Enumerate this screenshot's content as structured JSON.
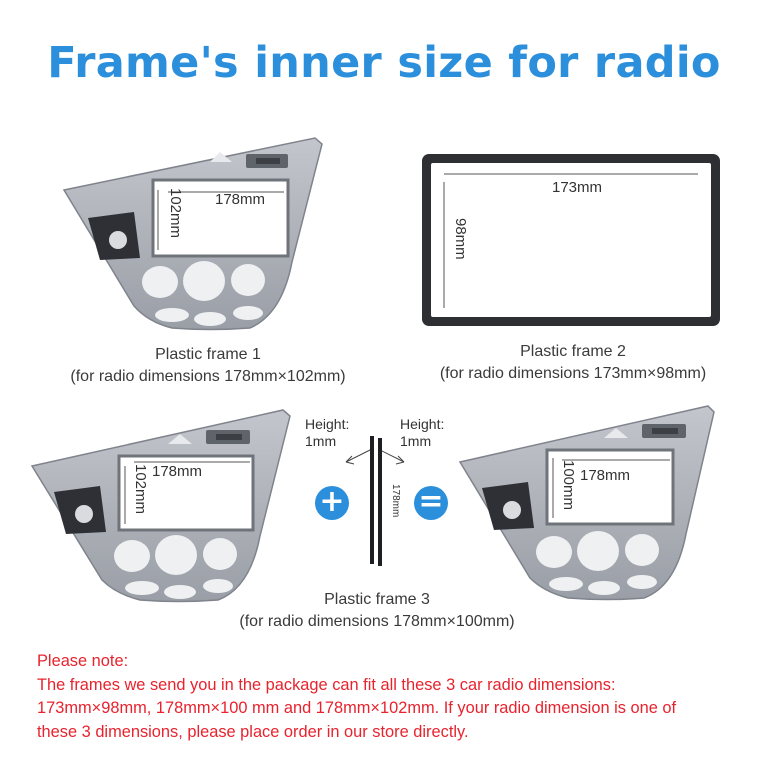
{
  "title": "Frame's inner size for radio",
  "frame1": {
    "width_label": "178mm",
    "height_label": "102mm",
    "caption_title": "Plastic frame 1",
    "caption_dims": "(for radio dimensions 178mm×102mm)"
  },
  "frame2": {
    "width_label": "173mm",
    "height_label": "98mm",
    "caption_title": "Plastic frame 2",
    "caption_dims": "(for radio dimensions 173mm×98mm)"
  },
  "frame3": {
    "left_width_label": "178mm",
    "left_height_label": "102mm",
    "strip_label": "178mm",
    "height_left_line1": "Height:",
    "height_left_line2": "1mm",
    "height_right_line1": "Height:",
    "height_right_line2": "1mm",
    "plus_symbol": "+",
    "equals_symbol": "=",
    "result_width_label": "178mm",
    "result_height_label": "100mm",
    "caption_title": "Plastic frame 3",
    "caption_dims": "(for radio dimensions 178mm×100mm)"
  },
  "note": {
    "line1": "Please note:",
    "line2": "The frames we send you in the package can fit all these 3 car radio dimensions:",
    "line3": "173mm×98mm,  178mm×100 mm and  178mm×102mm. If your radio dimension is one of",
    "line4": "these 3 dimensions, please place order in our store directly."
  },
  "colors": {
    "title_blue": "#2b8fdc",
    "note_red": "#e8232e",
    "frame_gray": "#a9adb5"
  }
}
